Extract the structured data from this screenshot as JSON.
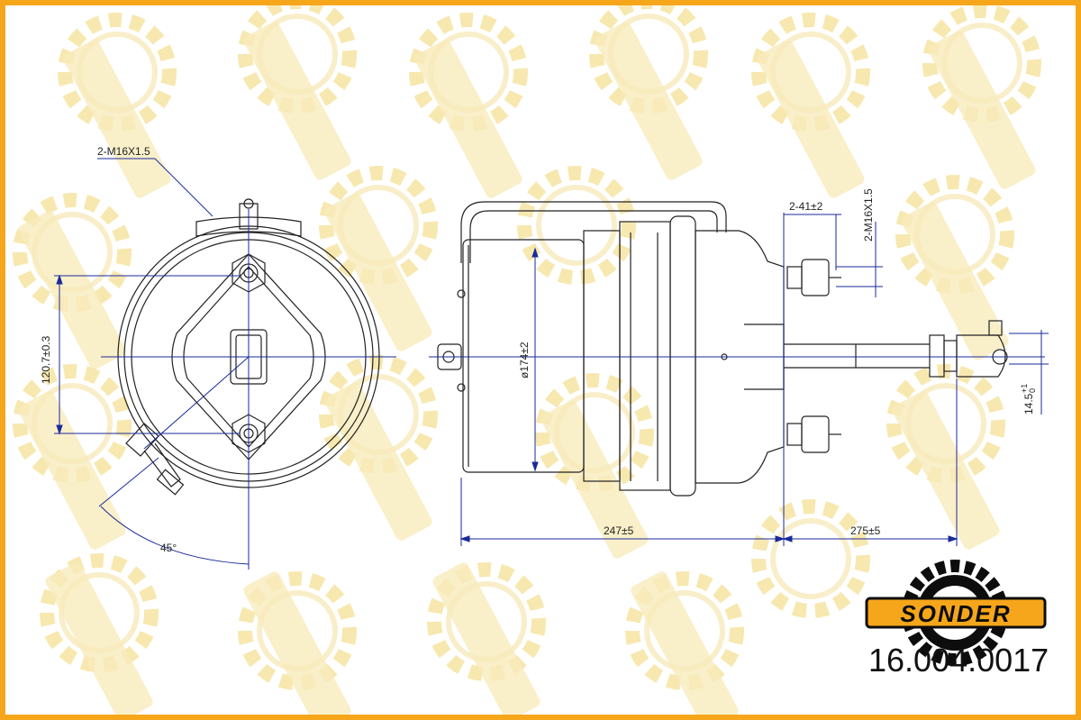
{
  "brand": {
    "name": "SONDER",
    "part_number": "16.004.0017",
    "accent_color": "#f6a61b",
    "watermark_color": "#f7e6a8",
    "logo_gear_color": "#0d0d0d",
    "logo_text_color": "#f6a61b"
  },
  "dimensions": {
    "thread_left": "2-M16X1.5",
    "thread_right": "2-M16X1.5",
    "bolt_spacing": "2-41±2",
    "mount_spacing": "120.7±0.3",
    "diameter": "ø174±2",
    "body_length": "247±5",
    "rod_length": "275±5",
    "clevis": "14.5",
    "clevis_tol_upper": "+1",
    "clevis_tol_lower": "0",
    "angle": "45°"
  },
  "colors": {
    "line": "#222222",
    "dimension": "#1a2a9a",
    "background": "#ffffff"
  }
}
